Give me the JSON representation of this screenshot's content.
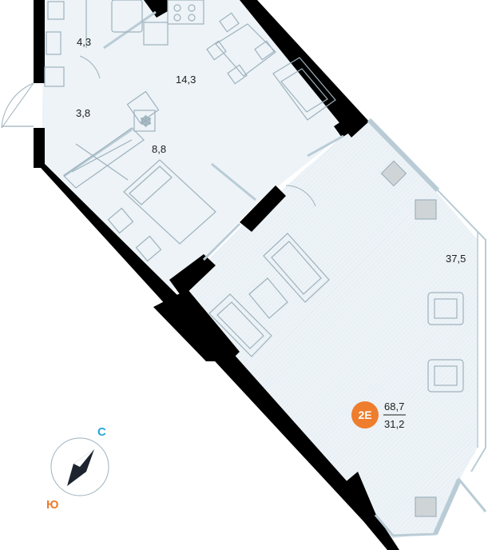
{
  "rooms": [
    {
      "id": "bathroom",
      "area": "4,3"
    },
    {
      "id": "kitchen-living",
      "area": "14,3"
    },
    {
      "id": "hallway",
      "area": "3,8"
    },
    {
      "id": "bedroom",
      "area": "8,8"
    },
    {
      "id": "living-room",
      "area": "37,5"
    }
  ],
  "apartment": {
    "type_badge": "2E",
    "total_area": "68,7",
    "living_area": "31,2",
    "badge_color": "#ee7d2d"
  },
  "compass": {
    "north": "С",
    "south": "Ю",
    "north_color": "#29a7d9",
    "south_color": "#ee7d2d"
  },
  "colors": {
    "wall": "#000000",
    "floor": "#edf3f7",
    "window": "#b9ccd6",
    "furniture": "#9eb2bd"
  }
}
